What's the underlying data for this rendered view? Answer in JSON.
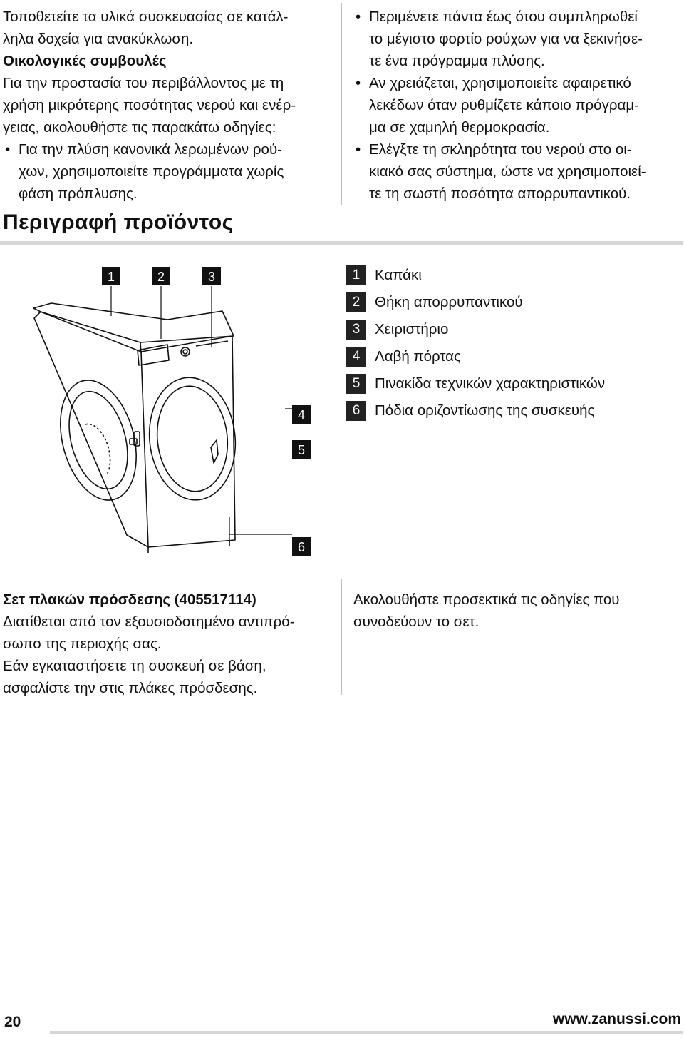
{
  "left_column": {
    "intro": "Τοποθετείτε τα υλικά συσκευασίας σε κατάλ-λη­λα δοχεία για ανακύκλωση.",
    "intro_line1": "Τοποθετείτε τα υλικά συσκευασίας σε κατάλ-",
    "intro_line2": "ληλα δοχεία για ανακύκλωση.",
    "eco_title": "Οικολογικές συμβουλές",
    "eco_text_line1": "Για την προστασία του περιβάλλοντος με τη",
    "eco_text_line2": "χρήση μικρότερης ποσότητας νερού και ενέρ-",
    "eco_text_line3": "γειας, ακολουθήστε τις παρακάτω οδηγίες:",
    "bullet1_line1": "Για την πλύση κανονικά λερωμένων ρού-",
    "bullet1_line2": "χων, χρησιμοποιείτε προγράμματα χωρίς",
    "bullet1_line3": "φάση πρόπλυσης."
  },
  "right_column": {
    "bullet2_line1": "Περιμένετε πάντα έως ότου συμπληρωθεί",
    "bullet2_line2": "το μέγιστο φορτίο ρούχων για να ξεκινήσε-",
    "bullet2_line3": "τε ένα πρόγραμμα πλύσης.",
    "bullet3_line1": "Αν χρειάζεται, χρησιμοποιείτε αφαιρετικό",
    "bullet3_line2": "λεκέδων όταν ρυθμίζετε κάποιο πρόγραμ-",
    "bullet3_line3": "μα σε χαμηλή θερμοκρασία.",
    "bullet4_line1": "Ελέγξτε τη σκληρότητα του νερού στο οι-",
    "bullet4_line2": "κιακό σας σύστημα, ώστε να χρησιμοποιεί-",
    "bullet4_line3": "τε τη σωστή ποσότητα απορρυπαντικού."
  },
  "bullet_char": "•",
  "section_heading": "Περιγραφή προϊόντος",
  "figure": {
    "callouts": [
      "1",
      "2",
      "3",
      "4",
      "5",
      "6"
    ]
  },
  "legend": [
    {
      "num": "1",
      "label": "Καπάκι"
    },
    {
      "num": "2",
      "label": "Θήκη απορρυπαντικού"
    },
    {
      "num": "3",
      "label": "Χειριστήριο"
    },
    {
      "num": "4",
      "label": "Λαβή πόρτας"
    },
    {
      "num": "5",
      "label": "Πινακίδα τεχνικών χαρακτηριστικών"
    },
    {
      "num": "6",
      "label": "Πόδια οριζοντίωσης της συσκευής"
    }
  ],
  "bottom_left": {
    "title": "Σετ πλακών πρόσδεσης (405517114)",
    "line1": "Διατίθεται από τον εξουσιοδοτημένο αντιπρό-",
    "line2": "σωπο της περιοχής σας.",
    "line3": "Εάν εγκαταστήσετε τη συσκευή σε βάση,",
    "line4": "ασφαλίστε την στις πλάκες πρόσδεσης."
  },
  "bottom_right": {
    "line1": "Ακολουθήστε προσεκτικά τις οδηγίες που",
    "line2": "συνοδεύουν το σετ."
  },
  "footer": {
    "page_number": "20",
    "website": "www.zanussi.com"
  }
}
